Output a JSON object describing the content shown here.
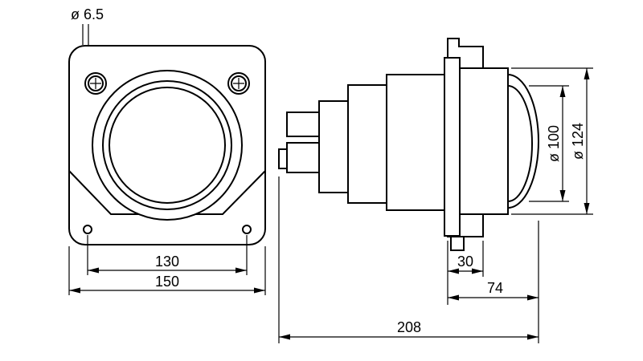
{
  "front_view": {
    "hole_diameter_label": "ø 6.5",
    "bolt_spacing_label": "130",
    "flange_width_label": "150"
  },
  "side_view": {
    "lens_diameter_label": "ø 100",
    "bezel_diameter_label": "ø 124",
    "tab_width_label": "30",
    "lens_depth_label": "74",
    "overall_depth_label": "208"
  },
  "colors": {
    "line": "#000000",
    "background": "#ffffff"
  }
}
